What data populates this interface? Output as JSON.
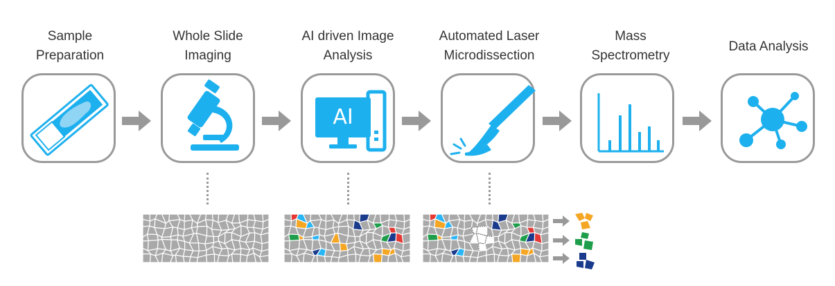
{
  "colors": {
    "accent": "#1DB0EE",
    "border": "#999999",
    "arrow": "#999999",
    "cell_gray": "#a9a9a9",
    "cell_red": "#E53935",
    "cell_blue": "#29B6F6",
    "cell_navy": "#1A3A8C",
    "cell_orange": "#F5A623",
    "cell_green": "#1E9E4A"
  },
  "steps": [
    {
      "lines": [
        "Sample",
        "Preparation"
      ],
      "icon": "slide-icon"
    },
    {
      "lines": [
        "Whole Slide",
        "Imaging"
      ],
      "icon": "microscope-icon"
    },
    {
      "lines": [
        "AI driven Image",
        "Analysis"
      ],
      "icon": "ai-monitor-icon",
      "icon_text": "AI"
    },
    {
      "lines": [
        "Automated Laser",
        "Microdissection"
      ],
      "icon": "laser-scalpel-icon"
    },
    {
      "lines": [
        "Mass",
        "Spectrometry"
      ],
      "icon": "spectrum-icon"
    },
    {
      "lines": [
        "Data Analysis"
      ],
      "icon": "network-icon"
    }
  ]
}
